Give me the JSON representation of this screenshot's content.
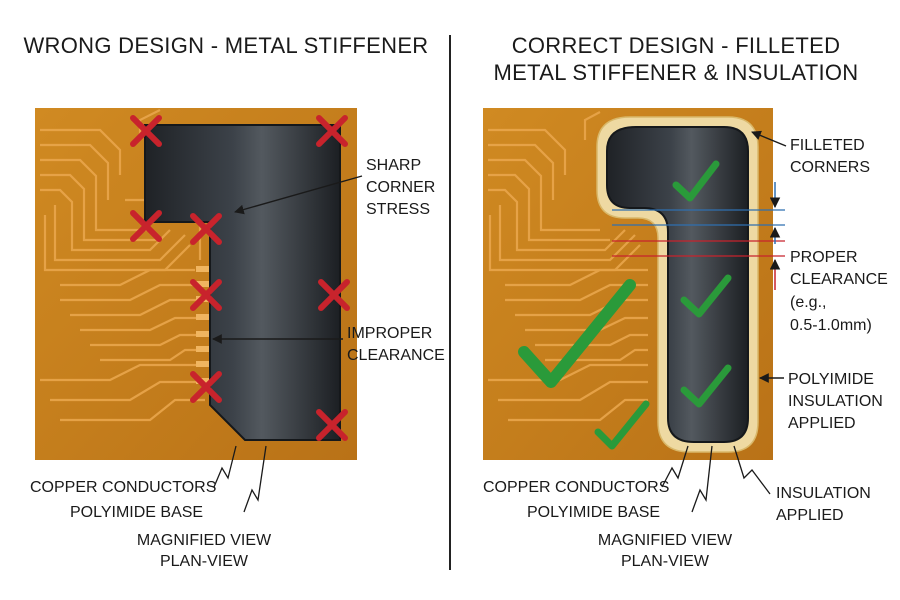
{
  "left_panel": {
    "title": "WRONG DESIGN - METAL STIFFENER",
    "callouts": {
      "sharp_corner": [
        "SHARP",
        "CORNER",
        "STRESS"
      ],
      "improper_clearance": [
        "IMPROPER",
        "CLEARANCE"
      ]
    },
    "labels": {
      "copper": "COPPER CONDUCTORS",
      "polyimide": "POLYIMIDE BASE",
      "view": [
        "MAGNIFIED VIEW",
        "PLAN-VIEW"
      ]
    }
  },
  "right_panel": {
    "title": [
      "CORRECT DESIGN - FILLETED",
      "METAL STIFFENER & INSULATION"
    ],
    "callouts": {
      "filleted": [
        "FILLETED",
        "CORNERS"
      ],
      "clearance": [
        "PROPER",
        "CLEARANCE",
        "(e.g.,",
        "0.5-1.0mm)"
      ],
      "polyimide_insulation": [
        "POLYIMIDE",
        "INSULATION",
        "APPLIED"
      ],
      "insulation_applied": [
        "INSULATION",
        "APPLIED"
      ]
    },
    "labels": {
      "copper": "COPPER CONDUCTORS",
      "polyimide": "POLYIMIDE BASE",
      "view": [
        "MAGNIFIED VIEW",
        "PLAN-VIEW"
      ]
    }
  },
  "colors": {
    "polyimide": "#c8821e",
    "copper_trace": "#e7a64a",
    "stiffener": "#2a2e33",
    "insulation": "#eed9a2",
    "wrong_mark": "#c8232c",
    "correct_mark": "#2a9a3a",
    "blue_line": "#2f6fb0",
    "red_line": "#c8232c"
  },
  "icons": {
    "wrong": "cross-mark-icon",
    "correct": "check-mark-icon"
  }
}
